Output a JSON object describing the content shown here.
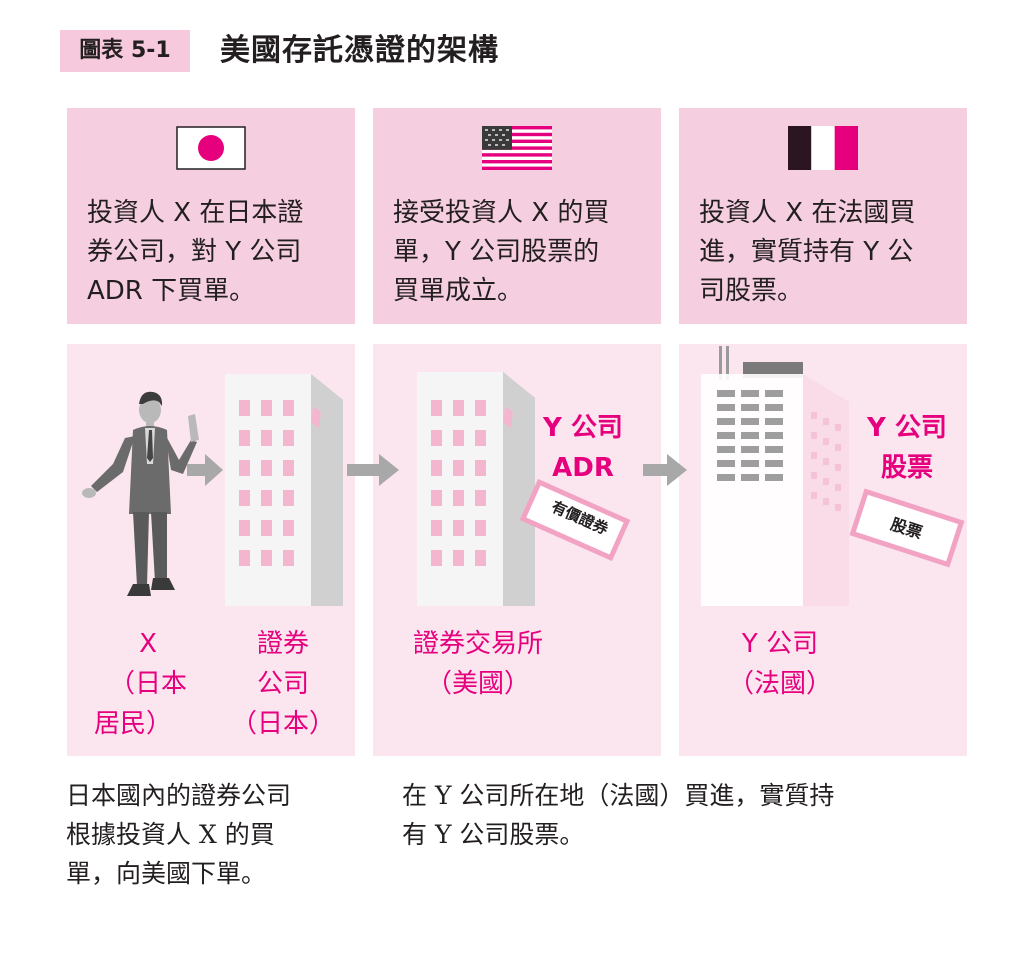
{
  "header": {
    "figure_label": "圖表 5-1",
    "title": "美國存託憑證的架構"
  },
  "top_panels": [
    {
      "flag_icon": "japan-flag-icon",
      "lines": [
        "投資人 X 在日本證",
        "券公司，對 Y 公司",
        "ADR 下買單。"
      ]
    },
    {
      "flag_icon": "usa-flag-icon",
      "lines": [
        "接受投資人 X 的買",
        "單，Y 公司股票的",
        "買單成立。"
      ]
    },
    {
      "flag_icon": "france-flag-icon",
      "lines": [
        "投資人 X 在法國買",
        "進，實質持有 Y 公",
        "司股票。"
      ]
    }
  ],
  "scene": {
    "adr_label": [
      "Y 公司",
      "ADR"
    ],
    "adr_ticket": "有價證券",
    "stock_label": [
      "Y 公司",
      "股票"
    ],
    "stock_ticket": "股票"
  },
  "bottom_labels": {
    "investor": [
      "X",
      "（日本",
      "居民）"
    ],
    "broker": [
      "證券",
      "公司",
      "（日本）"
    ],
    "exchange": [
      "證券交易所",
      "（美國）"
    ],
    "company": [
      "Y 公司",
      "（法國）"
    ]
  },
  "captions": {
    "left": [
      "日本國內的證券公司",
      "根據投資人 X 的買",
      "單，向美國下單。"
    ],
    "right": [
      "在 Y 公司所在地（法國）買進，實質持",
      "有 Y 公司股票。"
    ]
  },
  "colors": {
    "accent": "#e6007e",
    "panel_top": "#f5cfe0",
    "panel_bottom": "#fbe6ef",
    "badge": "#f6c9dc"
  }
}
